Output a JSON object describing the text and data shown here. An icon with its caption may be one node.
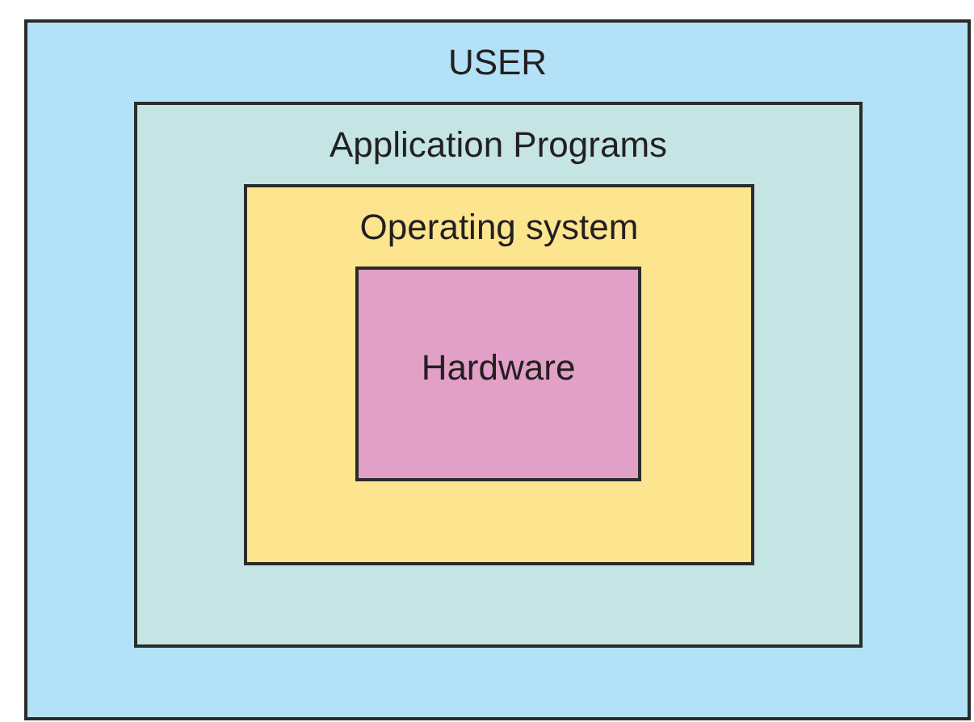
{
  "diagram": {
    "nodes": [
      {
        "text": [
          "USER"
        ]
      },
      {
        "text": [
          "Application Programs"
        ],
        "in": 0
      },
      {
        "text": [
          "Operating system"
        ],
        "in": 1
      },
      {
        "text": [
          "Hardware"
        ],
        "in": 2
      }
    ]
  }
}
